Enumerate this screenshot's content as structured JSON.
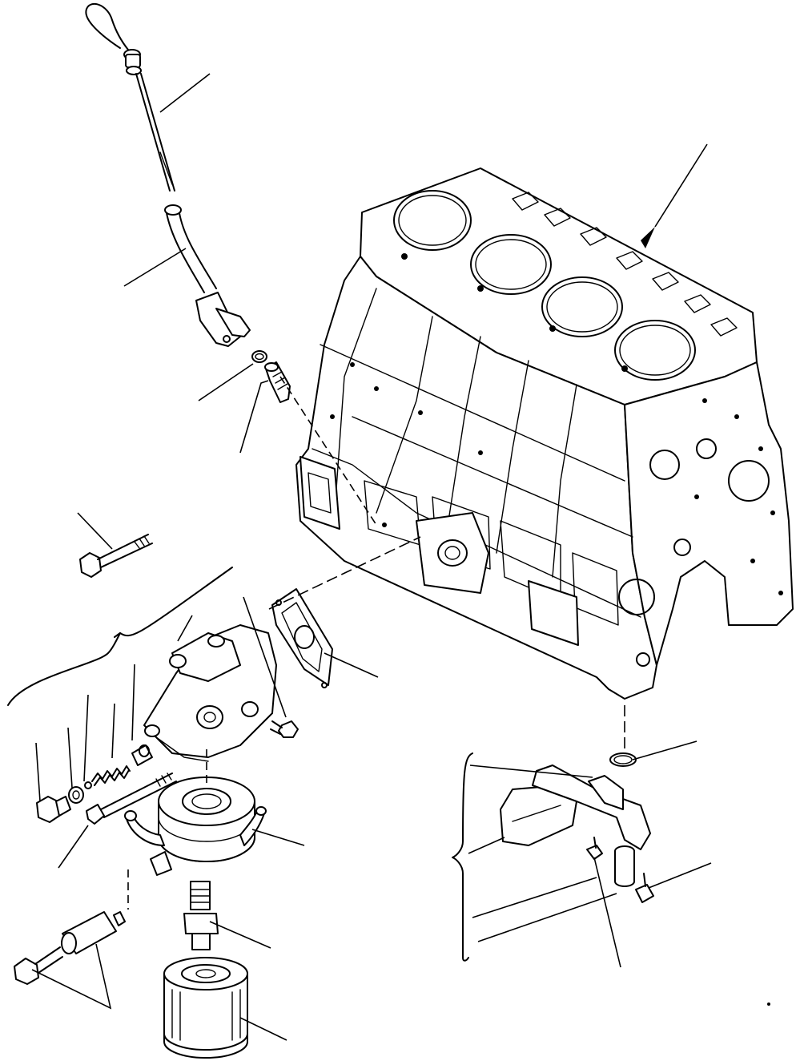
{
  "diagram": {
    "stroke_color": "#000000",
    "background_color": "#ffffff",
    "parts": [
      {
        "id": "dipstick",
        "icon": "dipstick-icon"
      },
      {
        "id": "dipstick-guide-tube",
        "icon": "tube-icon"
      },
      {
        "id": "o-ring-small",
        "icon": "o-ring-icon"
      },
      {
        "id": "tube-connector",
        "icon": "connector-icon"
      },
      {
        "id": "cylinder-block",
        "icon": "engine-block-icon"
      },
      {
        "id": "long-bolt",
        "icon": "bolt-icon"
      },
      {
        "id": "oil-filter-head",
        "icon": "filter-head-icon"
      },
      {
        "id": "head-gasket",
        "icon": "gasket-icon"
      },
      {
        "id": "mounting-bolt",
        "icon": "bolt-icon"
      },
      {
        "id": "relief-valve-plug",
        "icon": "plug-icon"
      },
      {
        "id": "washer",
        "icon": "washer-icon"
      },
      {
        "id": "valve-ball",
        "icon": "ball-icon"
      },
      {
        "id": "relief-spring",
        "icon": "spring-icon"
      },
      {
        "id": "valve-sleeve",
        "icon": "sleeve-icon"
      },
      {
        "id": "through-bolt",
        "icon": "bolt-icon"
      },
      {
        "id": "oil-cooler",
        "icon": "oil-cooler-icon"
      },
      {
        "id": "center-stud",
        "icon": "stud-icon"
      },
      {
        "id": "union-bolt",
        "icon": "bolt-icon"
      },
      {
        "id": "tee-fitting",
        "icon": "fitting-icon"
      },
      {
        "id": "oil-filter",
        "icon": "oil-filter-icon"
      },
      {
        "id": "strainer-o-ring",
        "icon": "o-ring-icon"
      },
      {
        "id": "oil-strainer",
        "icon": "strainer-icon"
      },
      {
        "id": "strainer-bolt-a",
        "icon": "bolt-icon"
      },
      {
        "id": "strainer-bolt-b",
        "icon": "bolt-icon"
      }
    ]
  }
}
